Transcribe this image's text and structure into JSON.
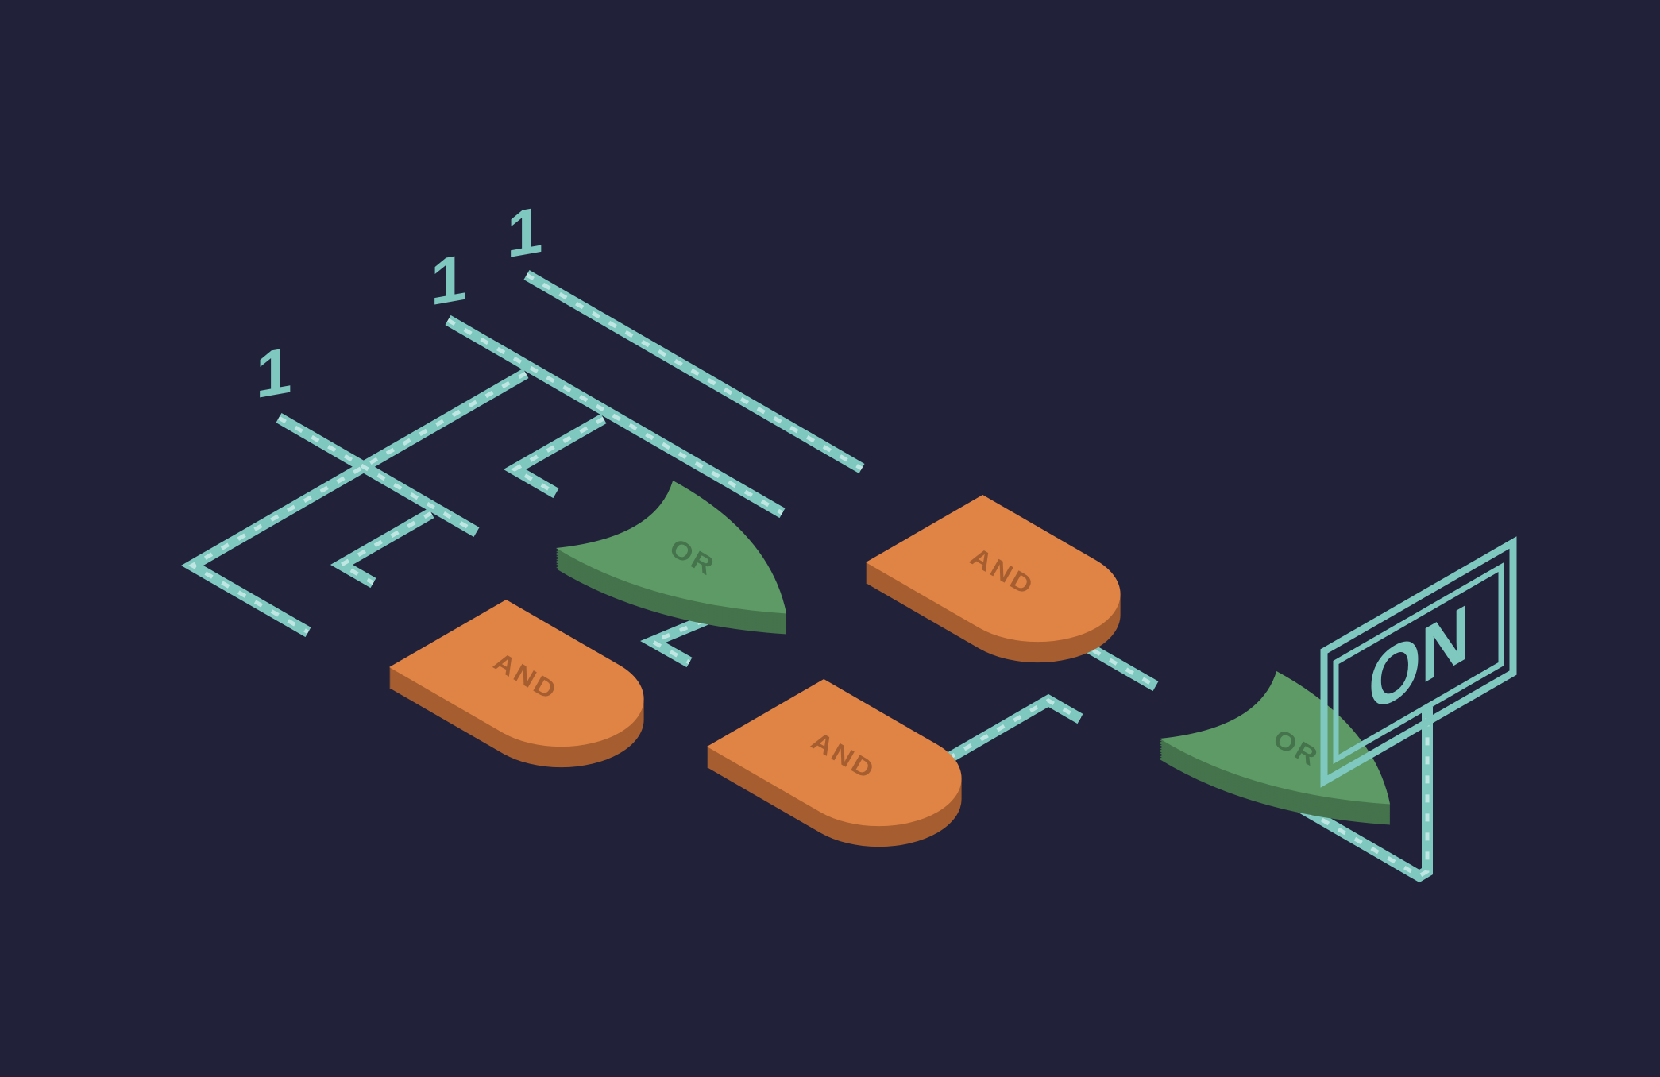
{
  "diagram": {
    "colors": {
      "background": "#21213a",
      "wire": "#7ec8c0",
      "wire_dash": "#bfe6e2",
      "and_top": "#e08445",
      "and_side": "#a65e30",
      "and_text": "#a65e30",
      "or_top": "#5e9a66",
      "or_side": "#44734c",
      "or_text": "#44734c"
    },
    "inputs": [
      {
        "label": "1"
      },
      {
        "label": "1"
      },
      {
        "label": "1"
      }
    ],
    "gates": [
      {
        "type": "OR",
        "label": "OR"
      },
      {
        "type": "AND",
        "label": "AND"
      },
      {
        "type": "AND",
        "label": "AND"
      },
      {
        "type": "AND",
        "label": "AND"
      },
      {
        "type": "OR",
        "label": "OR"
      }
    ],
    "output": {
      "label": "ON"
    }
  }
}
